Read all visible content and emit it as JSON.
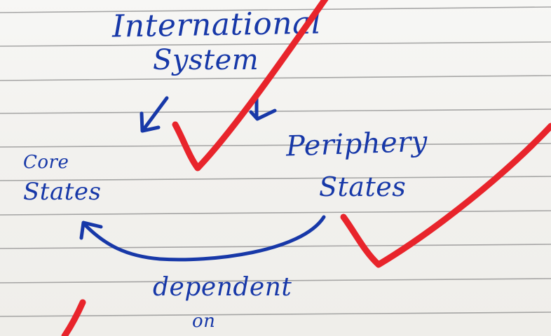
{
  "note": {
    "heading_line1": "International",
    "heading_line2": "System",
    "left_label_line1": "Core",
    "left_label_line2": "States",
    "right_label_line1": "Periphery",
    "right_label_line2": "States",
    "relation_line1": "dependent",
    "relation_line2": "on"
  },
  "colors": {
    "ink": "#1738a8",
    "check": "#e8242b",
    "paper": "#f4f3f0",
    "rule_line": "#8c8c8c"
  }
}
